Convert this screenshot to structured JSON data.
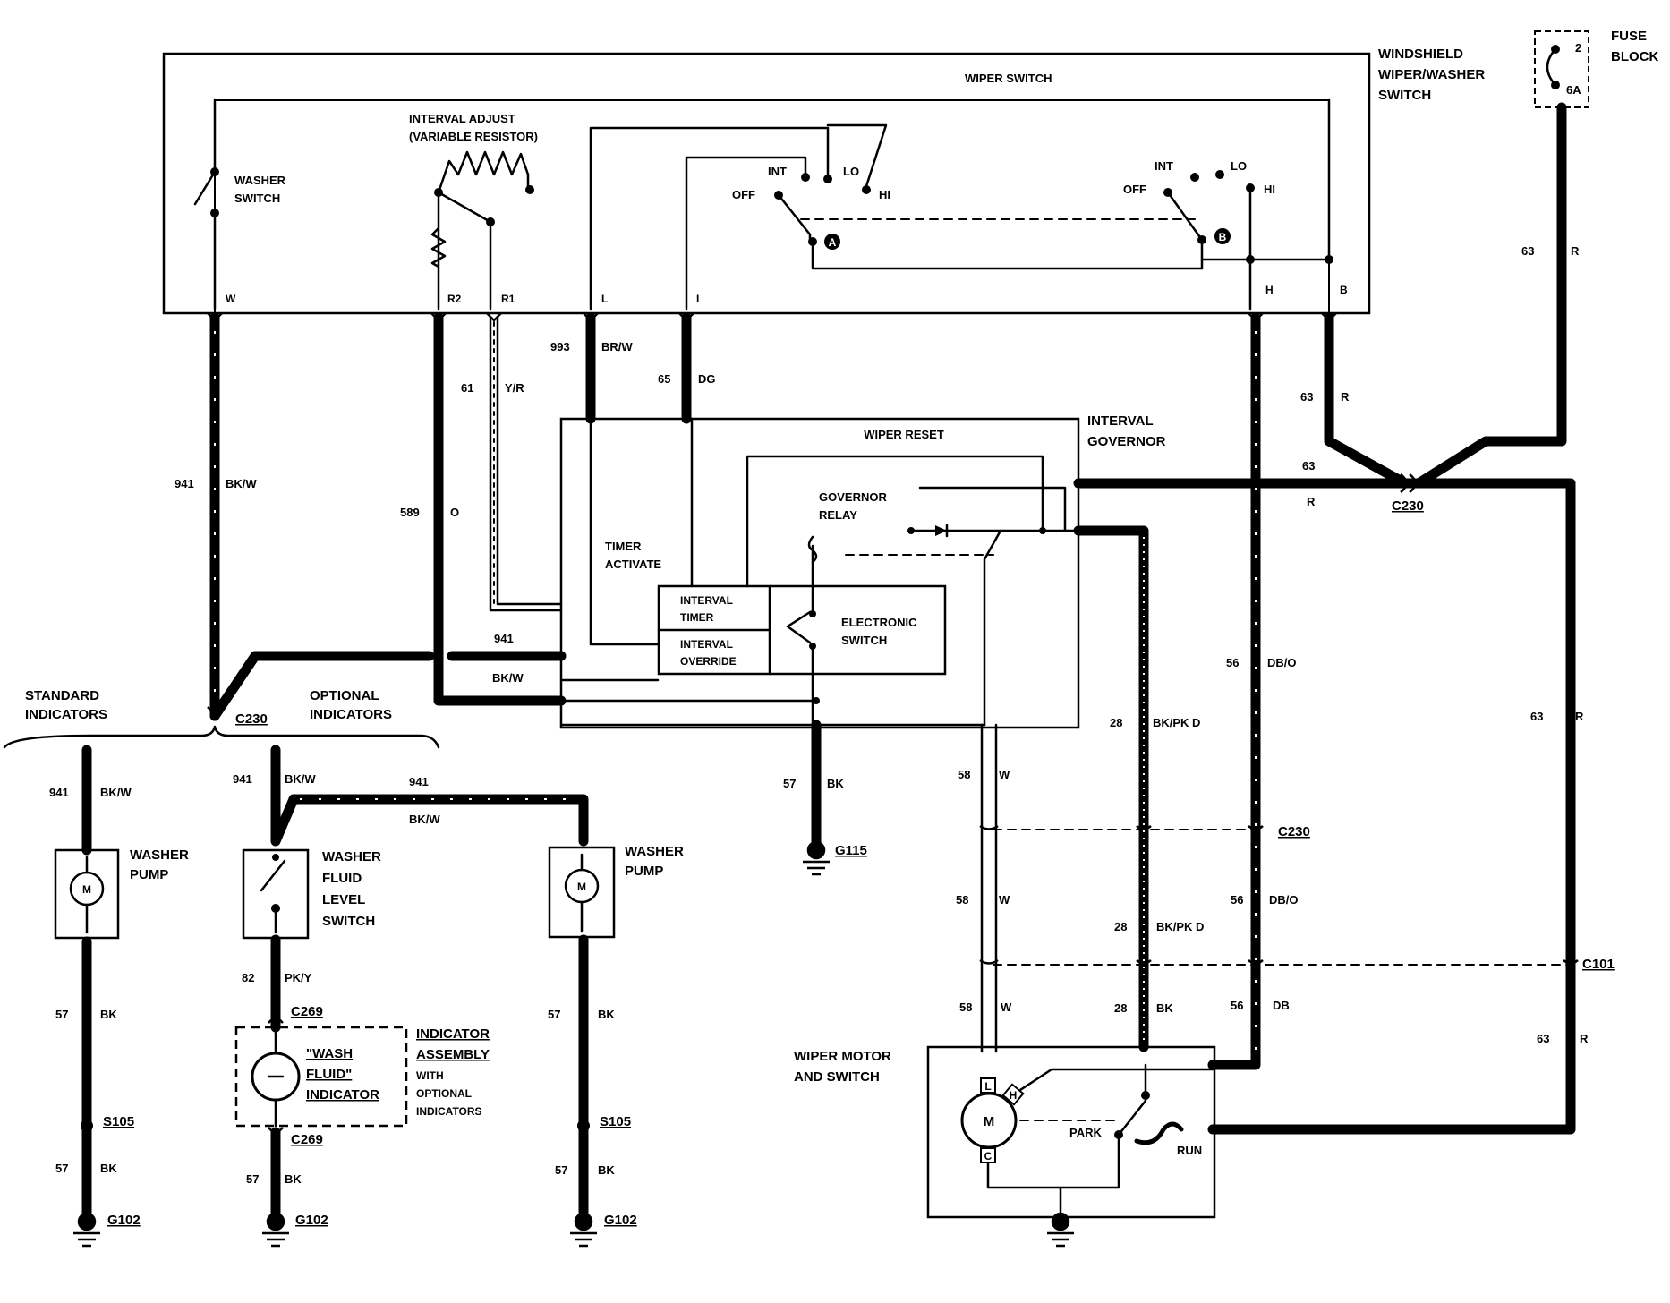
{
  "labels": {
    "windshield": [
      "WINDSHIELD",
      "WIPER/WASHER",
      "SWITCH"
    ],
    "fuse_block": [
      "FUSE",
      "BLOCK"
    ],
    "fuse_num": "2",
    "fuse_rating": "6A",
    "wiper_switch": "WIPER SWITCH",
    "interval_adjust": [
      "INTERVAL ADJUST",
      "(VARIABLE RESISTOR)"
    ],
    "washer_switch": [
      "WASHER",
      "SWITCH"
    ],
    "int": "INT",
    "lo": "LO",
    "hi": "HI",
    "off": "OFF",
    "pos_a": "A",
    "pos_b": "B",
    "term_w": "W",
    "term_r2": "R2",
    "term_r1": "R1",
    "term_l": "L",
    "term_i": "I",
    "term_h": "H",
    "term_b": "B",
    "interval_governor": [
      "INTERVAL",
      "GOVERNOR"
    ],
    "wiper_reset": "WIPER RESET",
    "governor_relay": [
      "GOVERNOR",
      "RELAY"
    ],
    "timer_activate": [
      "TIMER",
      "ACTIVATE"
    ],
    "interval_timer": [
      "INTERVAL",
      "TIMER"
    ],
    "interval_override": [
      "INTERVAL",
      "OVERRIDE"
    ],
    "electronic_switch": [
      "ELECTRONIC",
      "SWITCH"
    ],
    "standard_indicators": [
      "STANDARD",
      "INDICATORS"
    ],
    "optional_indicators": [
      "OPTIONAL",
      "INDICATORS"
    ],
    "washer_pump": [
      "WASHER",
      "PUMP"
    ],
    "washer_fluid_level_switch": [
      "WASHER",
      "FLUID",
      "LEVEL",
      "SWITCH"
    ],
    "indicator_assembly": [
      "INDICATOR",
      "ASSEMBLY",
      "WITH",
      "OPTIONAL",
      "INDICATORS"
    ],
    "wash_fluid_indicator": [
      "\"WASH",
      "FLUID\"",
      "INDICATOR"
    ],
    "wiper_motor": [
      "WIPER MOTOR",
      "AND SWITCH"
    ],
    "motor": "M",
    "park": "PARK",
    "run": "RUN",
    "mtr_l": "L",
    "mtr_h": "H",
    "mtr_c": "C"
  },
  "connectors": {
    "c230": "C230",
    "c101": "C101",
    "c269": "C269",
    "s105": "S105",
    "g102": "G102",
    "g115": "G115"
  },
  "wires": {
    "w941": "941",
    "bkw": "BK/W",
    "w61": "61",
    "yr": "Y/R",
    "w993": "993",
    "brw": "BR/W",
    "w65": "65",
    "dg": "DG",
    "w589": "589",
    "o": "O",
    "w63": "63",
    "r": "R",
    "w57": "57",
    "bk": "BK",
    "w58": "58",
    "w": "W",
    "w28": "28",
    "bkpkd": "BK/PK D",
    "w56": "56",
    "dbo": "DB/O",
    "db": "DB",
    "w82": "82",
    "pky": "PK/Y"
  }
}
